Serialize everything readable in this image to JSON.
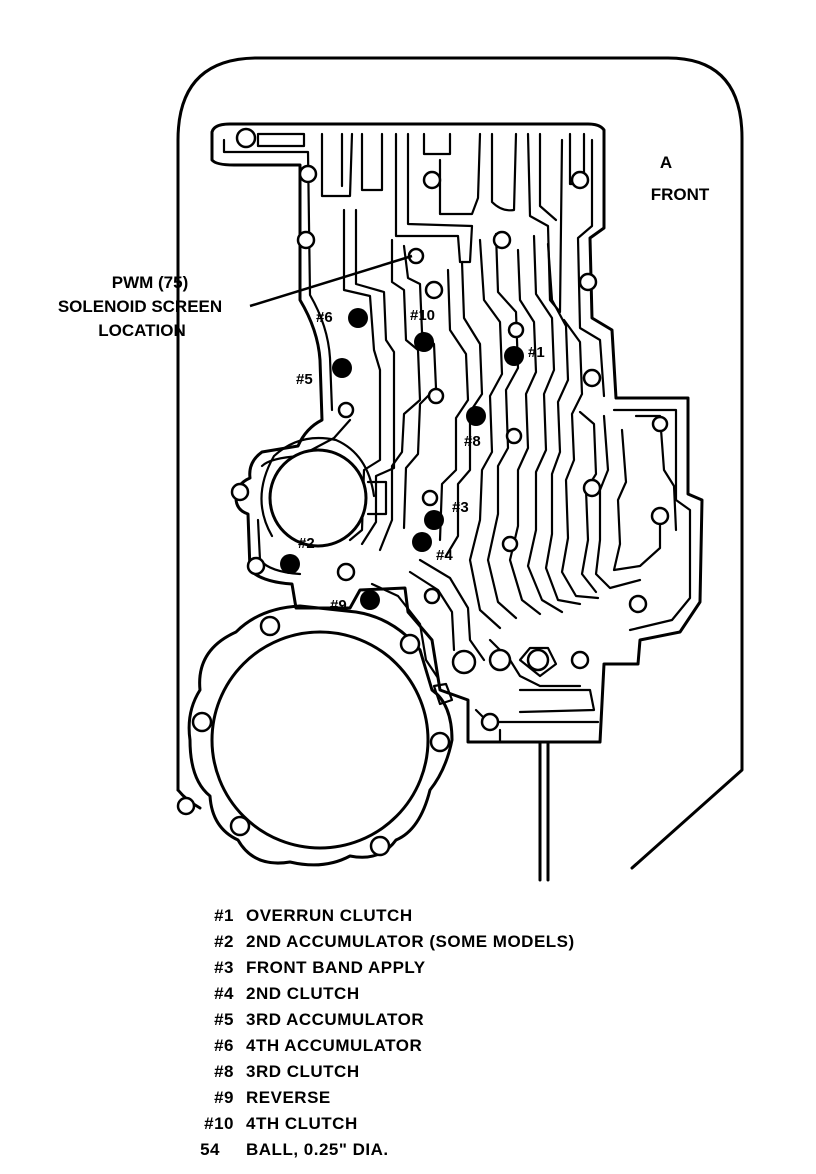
{
  "callouts": {
    "front_arrow": "A",
    "front": "FRONT",
    "pwm_line1": "PWM (75)",
    "pwm_line2": "SOLENOID SCREEN",
    "pwm_line3": "LOCATION"
  },
  "balls": [
    {
      "id": "b1",
      "label": "#1"
    },
    {
      "id": "b2",
      "label": "#2"
    },
    {
      "id": "b3",
      "label": "#3"
    },
    {
      "id": "b4",
      "label": "#4"
    },
    {
      "id": "b5",
      "label": "#5"
    },
    {
      "id": "b6",
      "label": "#6"
    },
    {
      "id": "b8",
      "label": "#8"
    },
    {
      "id": "b9",
      "label": "#9"
    },
    {
      "id": "b10",
      "label": "#10"
    }
  ],
  "legend": [
    {
      "key": "#1",
      "text": "OVERRUN CLUTCH"
    },
    {
      "key": "#2",
      "text": "2ND ACCUMULATOR (SOME MODELS)"
    },
    {
      "key": "#3",
      "text": "FRONT BAND APPLY"
    },
    {
      "key": "#4",
      "text": "2ND CLUTCH"
    },
    {
      "key": "#5",
      "text": "3RD ACCUMULATOR"
    },
    {
      "key": "#6",
      "text": "4TH ACCUMULATOR"
    },
    {
      "key": "#8",
      "text": "3RD CLUTCH"
    },
    {
      "key": "#9",
      "text": "REVERSE"
    },
    {
      "key": "#10",
      "text": "4TH CLUTCH"
    },
    {
      "key": "54",
      "text": "BALL, 0.25\" DIA."
    }
  ]
}
